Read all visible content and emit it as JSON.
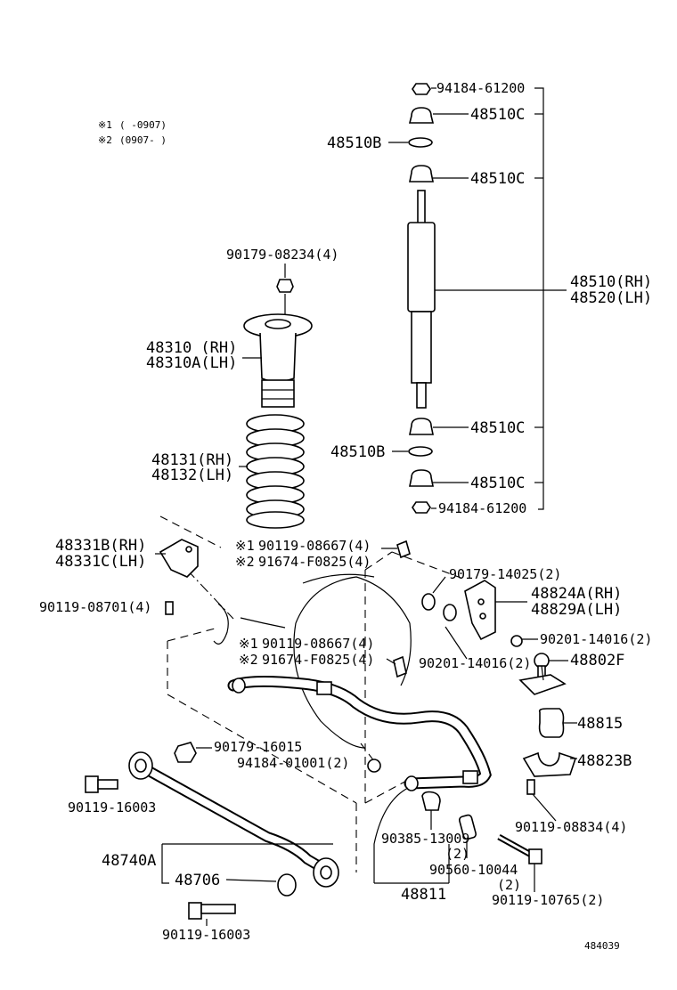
{
  "notes": [
    {
      "mark": "※1",
      "text": "(     -0907)"
    },
    {
      "mark": "※2",
      "text": "(0907-     )"
    }
  ],
  "labels": {
    "p94184_61200_top": "94184-61200",
    "p48510C_1": "48510C",
    "p48510B_top": "48510B",
    "p48510C_2": "48510C",
    "p48510_rh": "48510(RH)",
    "p48520_lh": "48520(LH)",
    "p48510C_3": "48510C",
    "p48510B_bot": "48510B",
    "p48510C_4": "48510C",
    "p94184_61200_bot": "94184-61200",
    "p90179_08234": "90179-08234(4)",
    "p48310_rh": "48310  (RH)",
    "p48310A_lh": "48310A(LH)",
    "p48131_rh": "48131(RH)",
    "p48132_lh": "48132(LH)",
    "p48331B_rh": "48331B(RH)",
    "p48331C_lh": "48331C(LH)",
    "p90119_08701": "90119-08701(4)",
    "n1_a": "※1",
    "p90119_08667_a": "90119-08667(4)",
    "n2_a": "※2",
    "p91674_F0825_a": "91674-F0825(4)",
    "p90179_14025": "90179-14025(2)",
    "p48824A_rh": "48824A(RH)",
    "p48829A_lh": "48829A(LH)",
    "n1_b": "※1",
    "p90119_08667_b": "90119-08667(4)",
    "n2_b": "※2",
    "p91674_F0825_b": "91674-F0825(4)",
    "p90201_14016_a": "90201-14016(2)",
    "p90201_14016_b": "90201-14016(2)",
    "p48802F": "48802F",
    "p48815": "48815",
    "p48823B": "48823B",
    "p90179_16015": "90179-16015",
    "p94184_01001": "94184-01001(2)",
    "p90119_16003_a": "90119-16003",
    "p90119_08834": "90119-08834(4)",
    "p90385_13009": "90385-13009",
    "p90385_qty": "(2)",
    "p48740A": "48740A",
    "p90560_10044": "90560-10044",
    "p90560_qty": "(2)",
    "p48706": "48706",
    "p48811": "48811",
    "p90119_10765": "90119-10765(2)",
    "p90119_16003_b": "90119-16003",
    "drawing_no": "484039"
  }
}
